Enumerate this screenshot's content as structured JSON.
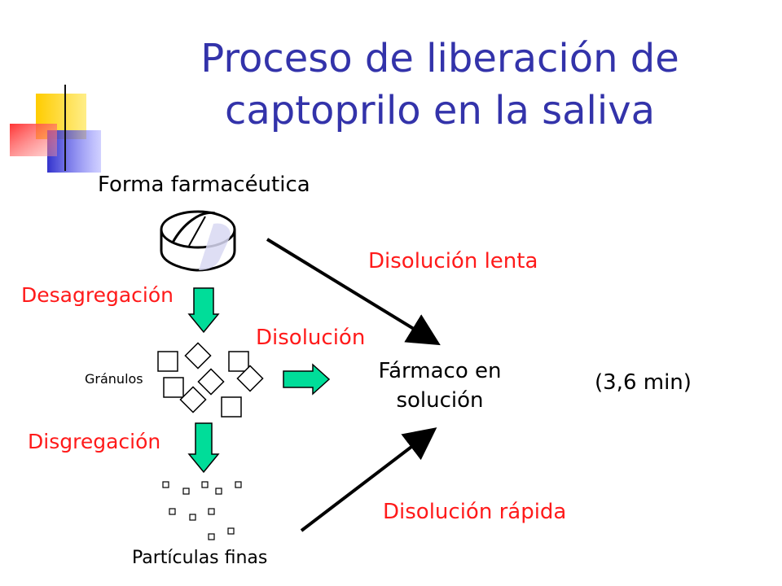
{
  "title": {
    "line1": "Proceso de liberación de",
    "line2": "captoprilo en la saliva"
  },
  "labels": {
    "dosage_form": "Forma farmacéutica",
    "slow_dissolution": "Disolución lenta",
    "deaggregation": "Desagregación",
    "dissolution": "Disolución",
    "granules": "Gránulos",
    "drug_in_solution_line1": "Fármaco en",
    "drug_in_solution_line2": "solución",
    "time": "(3,6 min)",
    "disintegration": "Disgregación",
    "fast_dissolution": "Disolución rápida",
    "fine_particles": "Partículas finas"
  },
  "colors": {
    "title": "#3333aa",
    "process_label": "#ff1a1a",
    "arrow_fill": "#00dd99",
    "decor_yellow": "#ffcc00",
    "decor_blue": "#3333cc",
    "decor_red": "#ff3333"
  },
  "icons": {
    "tablet": "tablet-icon",
    "granule": "granule-square-icon",
    "particle": "particle-square-icon"
  }
}
